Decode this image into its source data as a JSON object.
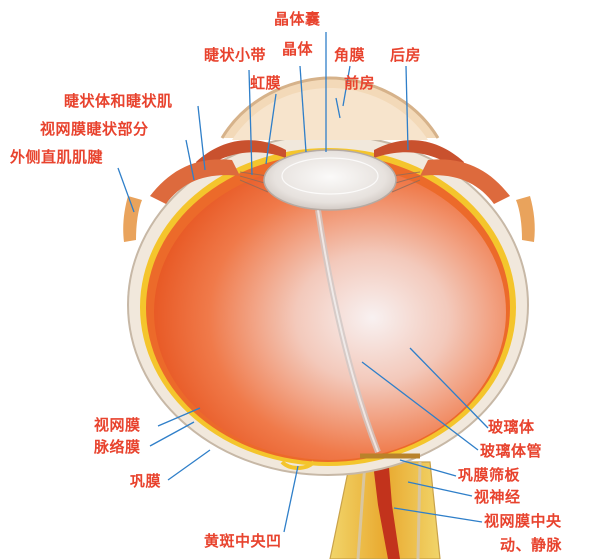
{
  "labels": {
    "lens_capsule": "晶体囊",
    "zonule": "睫状小带",
    "lens": "晶体",
    "cornea": "角膜",
    "posterior_chamber": "后房",
    "iris": "虹膜",
    "anterior_chamber": "前房",
    "ciliary_body_muscle": "睫状体和睫状肌",
    "retina_ciliary_part": "视网膜睫状部分",
    "lateral_rectus_tendon": "外侧直肌肌腱",
    "vitreous_body": "玻璃体",
    "vitreous_canal": "玻璃体管",
    "lamina_cribrosa": "巩膜筛板",
    "optic_nerve": "视神经",
    "retina": "视网膜",
    "choroid": "脉络膜",
    "sclera": "巩膜",
    "central_vessels_line1": "视网膜中央",
    "central_vessels_line2": "动、静脉",
    "fovea": "黄斑中央凹"
  },
  "colors": {
    "label_text": "#e8432e",
    "leader_line": "#2f7fc9",
    "sclera": "#f3ebe0",
    "choroid": "#f4c52c",
    "retina": "#ee6b2c",
    "vitreous": "#f5a582",
    "vitreous_center": "#f7f0f0",
    "lens": "#ece8e6",
    "optic_nerve": "#e9b53a"
  }
}
